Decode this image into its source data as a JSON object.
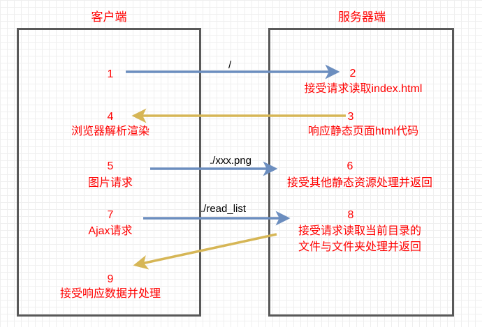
{
  "client": {
    "title": "客户端"
  },
  "server": {
    "title": "服务器端"
  },
  "steps": {
    "s1": {
      "num": "1"
    },
    "s2": {
      "num": "2",
      "text": "接受请求读取index.html"
    },
    "s3": {
      "num": "3",
      "text": "响应静态页面html代码"
    },
    "s4": {
      "num": "4",
      "text": "浏览器解析渲染"
    },
    "s5": {
      "num": "5",
      "text": "图片请求"
    },
    "s6": {
      "num": "6",
      "text": "接受其他静态资源处理并返回"
    },
    "s7": {
      "num": "7",
      "text": "Ajax请求"
    },
    "s8": {
      "num": "8",
      "line1": "接受请求读取当前目录的",
      "line2": "文件与文件夹处理并返回"
    },
    "s9": {
      "num": "9",
      "text": "接受响应数据并处理"
    }
  },
  "edges": {
    "e1": {
      "label": "/"
    },
    "e5": {
      "label": "./xxx.png"
    },
    "e7": {
      "label": "./read_list"
    }
  },
  "colors": {
    "request_arrow": "#6c8ebf",
    "response_arrow": "#d6b656",
    "text": "#ff0000",
    "box_border": "#595959"
  }
}
